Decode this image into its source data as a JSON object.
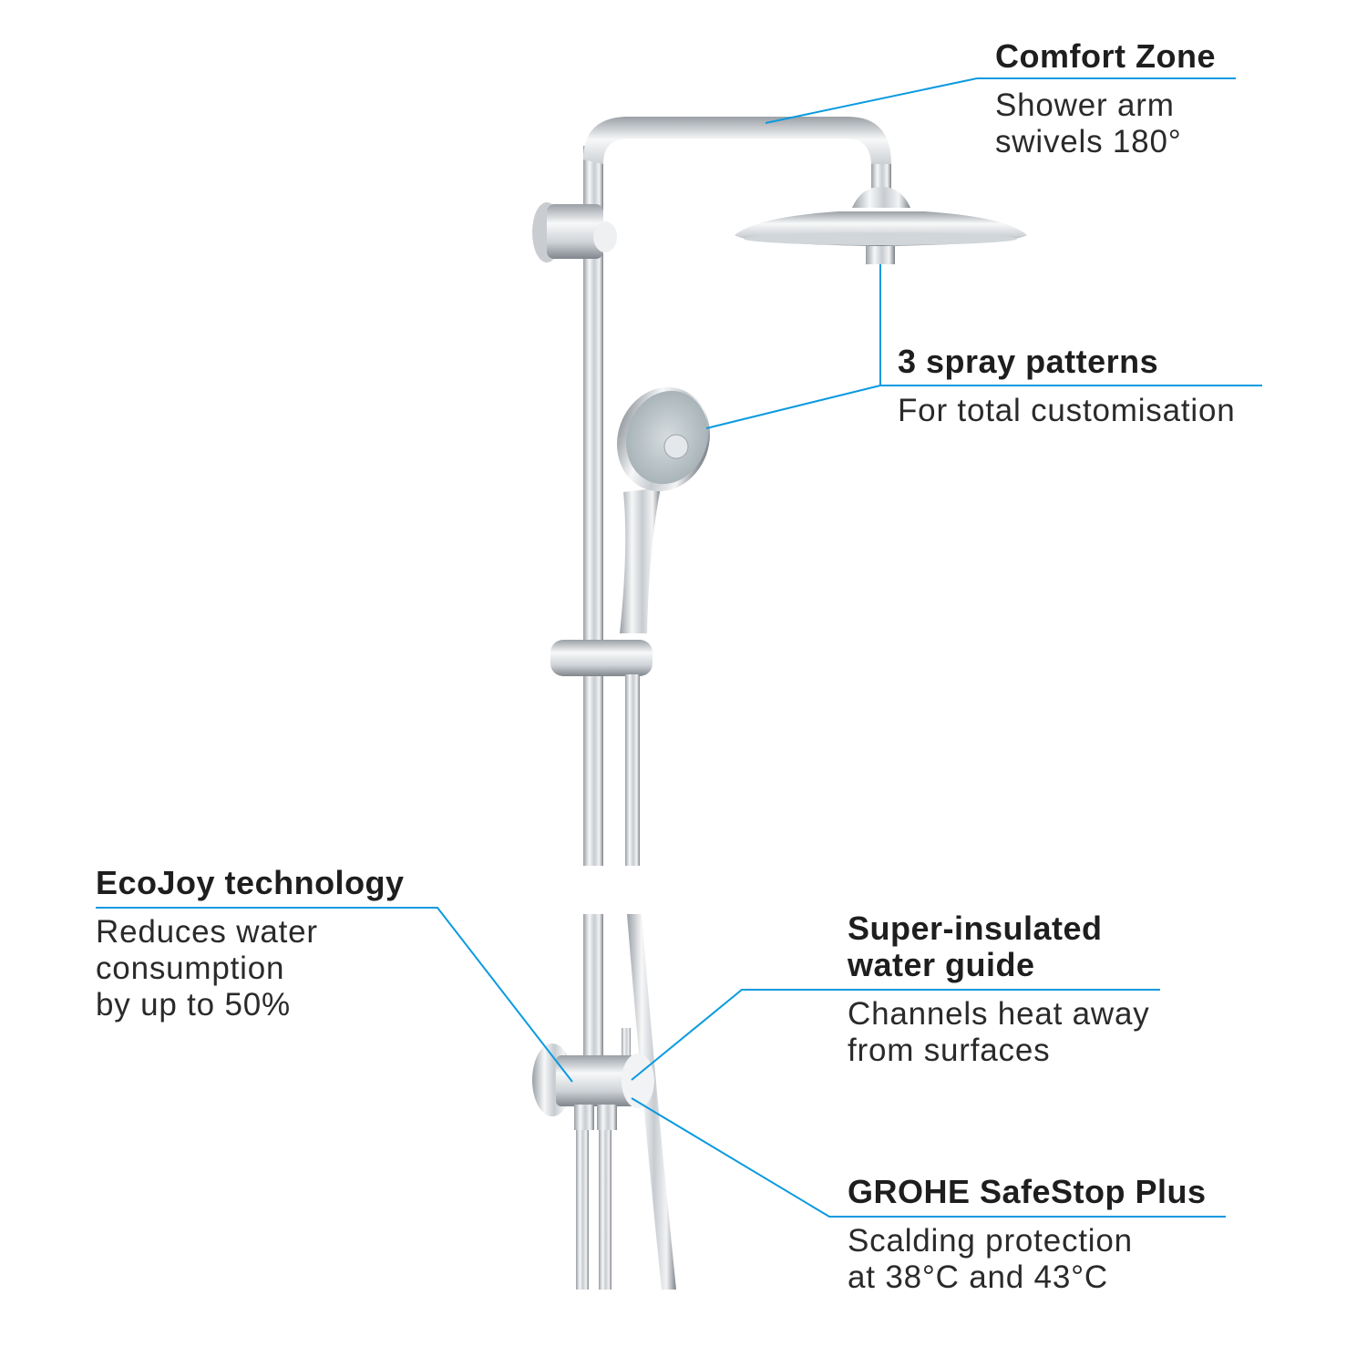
{
  "colors": {
    "leader": "#0a9ae0",
    "chrome_dark": "#8a9098",
    "chrome_light": "#f4f6f8",
    "spray_face": "#b9c3c7"
  },
  "callouts": {
    "comfort_zone": {
      "title": "Comfort Zone",
      "lines": [
        "Shower arm",
        "swivels 180°"
      ]
    },
    "spray_patterns": {
      "title": "3 spray patterns",
      "lines": [
        "For total customisation"
      ]
    },
    "ecojoy": {
      "title": "EcoJoy technology",
      "lines": [
        "Reduces water",
        "consumption",
        "by up to 50%"
      ]
    },
    "water_guide": {
      "title_lines": [
        "Super-insulated",
        "water guide"
      ],
      "lines": [
        "Channels heat away",
        "from surfaces"
      ]
    },
    "safestop": {
      "title": "GROHE SafeStop Plus",
      "lines": [
        "Scalding protection",
        "at 38°C and 43°C"
      ]
    }
  }
}
